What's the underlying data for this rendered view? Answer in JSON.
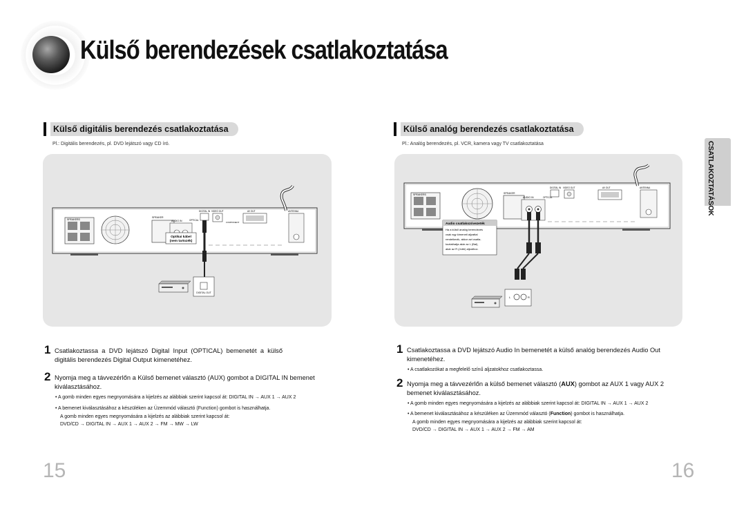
{
  "title": "Külső berendezések csatlakoztatása",
  "side_tab": "CSATLAKOZTATÁSOK",
  "left": {
    "heading": "Külső digitális berendezés csatlakoztatása",
    "subtitle": "Pl.: Digitális berendezés, pl. DVD lejátszó vagy CD író.",
    "diagram": {
      "speaker_label": "SPEAKERS",
      "front_label": "SPEAKER",
      "digital_in": "DIGITAL IN",
      "optical": "OPTICAL",
      "video_out": "VIDEO OUT",
      "component": "COMPONENT",
      "av_out": "AV OUT",
      "antenna": "ANTENNA",
      "audio_in": "AUDIO IN",
      "cable_note_1": "Optikai kábel",
      "cable_note_2": "(nem tartozék)",
      "digital_out": "DIGITAL OUT"
    },
    "step1_num": "1",
    "step1": "Csatlakoztassa a DVD lejátszó Digital Input (OPTICAL) bemenetét a külső digitális berendezés Digital Output kimenetéhez.",
    "step2_num": "2",
    "step2": "Nyomja meg a távvezérlőn a Külső bemenet választó (AUX) gombot a DIGITAL IN bemenet kiválasztásához.",
    "note1": "• A gomb minden egyes megnyomására a kijelzés az alábbiak szerint kapcsol át: DIGITAL IN → AUX 1 → AUX 2",
    "note2": "• A bemenet kiválasztásához a készüléken az Üzemmód választó (Function) gombot is használhatja.",
    "note3": "A gomb minden egyes megnyomására a kijelzés az alábbiak szerint kapcsol át:",
    "note4": "DVD/CD → DIGITAL IN → AUX 1 → AUX 2 → FM → MW → LW",
    "page_number": "15"
  },
  "right": {
    "heading": "Külső analóg berendezés csatlakoztatása",
    "subtitle": "Pl.: Analóg berendezés, pl. VCR, kamera vagy TV csatlakoztatása",
    "diagram": {
      "speaker_label": "SPEAKERS",
      "front_label": "SPEAKER",
      "digital_in": "DIGITAL IN",
      "optical": "OPTICAL",
      "video_out": "VIDEO OUT",
      "av_out": "AV OUT",
      "antenna": "ANTENNA",
      "audio_in": "AUDIO IN",
      "callout_title": "Audio csatlakozóvezeték",
      "callout_lines": [
        "Ha a külső analóg berendezés",
        "csak egy kimeneti aljzattal",
        "rendelkezik, akkor azt csatla-",
        "koztathatja akár az L (Bal),",
        "akár az R (Jobb) aljzathoz."
      ],
      "jack_l": "L",
      "jack_r": "R"
    },
    "step1_num": "1",
    "step1": "Csatlakoztassa a DVD lejátszó Audio In bemenetét a külső analóg berendezés Audio Out kimenetéhez.",
    "note0": "• A csatlakozókat a megfelelő színű aljzatokhoz csatlakoztassa.",
    "step2_num": "2",
    "step2_a": "Nyomja meg a távvezérlőn a külső bemenet választó (",
    "step2_b": "AUX",
    "step2_c": ") gombot az AUX 1 vagy AUX 2 bemenet kiválasztásához.",
    "note1": "• A gomb minden egyes megnyomására a kijelzés az alábbiak szerint kapcsol át: DIGITAL IN → AUX 1 → AUX 2",
    "note2_a": "• A bemenet kiválasztásához a készüléken az Üzemmód választó (",
    "note2_b": "Function",
    "note2_c": ") gombot is használhatja.",
    "note3": "A gomb minden egyes megnyomására a kijelzés az alábbiak szerint kapcsol át:",
    "note4": "DVD/CD → DIGITAL IN → AUX 1 → AUX 2 → FM → AM",
    "page_number": "16"
  }
}
